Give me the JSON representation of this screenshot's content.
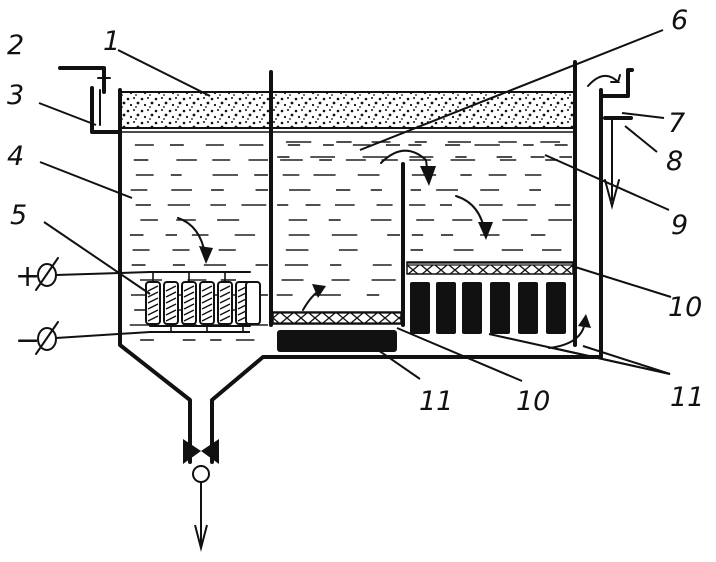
{
  "diagram": {
    "callouts": [
      {
        "id": "label-1",
        "text": "1"
      },
      {
        "id": "label-2",
        "text": "2"
      },
      {
        "id": "label-3",
        "text": "3"
      },
      {
        "id": "label-4",
        "text": "4"
      },
      {
        "id": "label-5",
        "text": "5"
      },
      {
        "id": "label-6",
        "text": "6"
      },
      {
        "id": "label-7",
        "text": "7"
      },
      {
        "id": "label-8",
        "text": "8"
      },
      {
        "id": "label-9",
        "text": "9"
      },
      {
        "id": "label-10a",
        "text": "10"
      },
      {
        "id": "label-10b",
        "text": "10"
      },
      {
        "id": "label-11a",
        "text": "11"
      },
      {
        "id": "label-11b",
        "text": "11"
      }
    ],
    "terminal_plus": "+",
    "terminal_minus": "−"
  }
}
